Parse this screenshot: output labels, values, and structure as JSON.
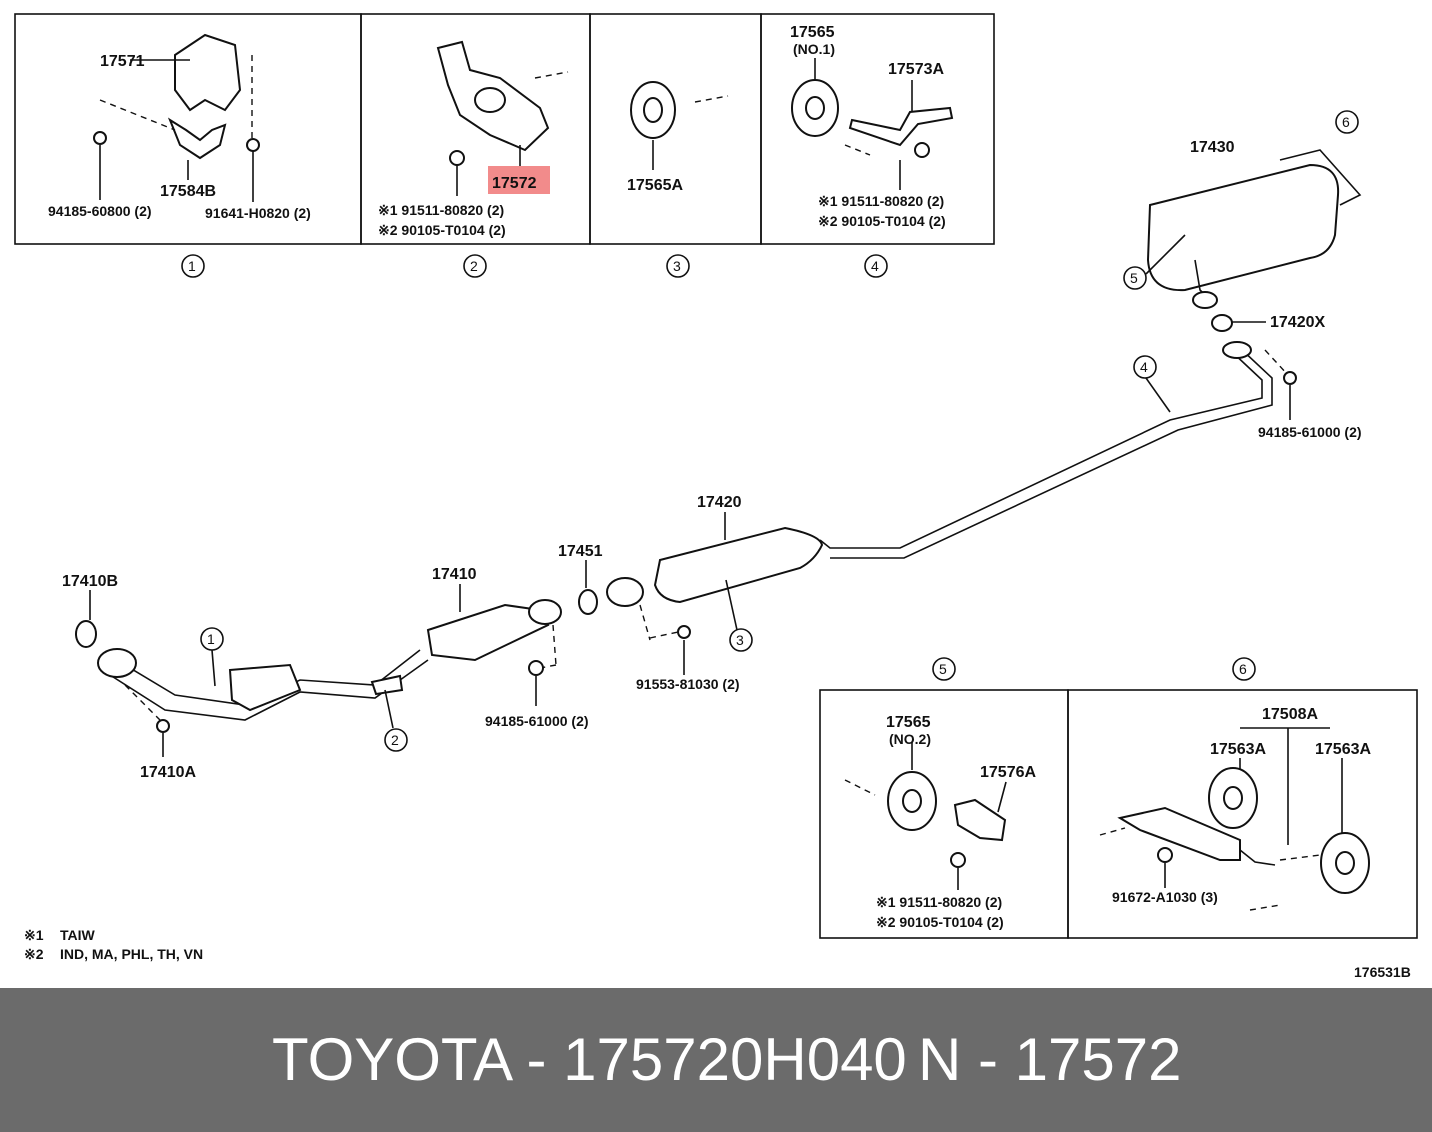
{
  "diagram": {
    "code": "176531B",
    "boxes": {
      "b1": {
        "callout": "1",
        "parts": [
          "17571",
          "17584B",
          "94185-60800 (2)",
          "91641-H0820 (2)"
        ]
      },
      "b2": {
        "callout": "2",
        "parts": [
          "17572",
          "※1 91511-80820 (2)",
          "※2 90105-T0104 (2)"
        ]
      },
      "b3": {
        "callout": "3",
        "parts": [
          "17565A"
        ]
      },
      "b4": {
        "callout": "4",
        "parts": [
          "17565",
          "(NO.1)",
          "17573A",
          "※1 91511-80820 (2)",
          "※2 90105-T0104 (2)"
        ]
      },
      "b5": {
        "callout": "5",
        "parts": [
          "17565",
          "(NO.2)",
          "17576A",
          "※1 91511-80820 (2)",
          "※2 90105-T0104 (2)"
        ]
      },
      "b6": {
        "callout": "6",
        "parts": [
          "17508A",
          "17563A",
          "17563A",
          "91672-A1030 (3)"
        ]
      }
    },
    "main_labels": [
      "17430",
      "17420X",
      "94185-61000 (2)",
      "17420",
      "17451",
      "17410",
      "17410B",
      "17410A",
      "94185-61000 (2)",
      "91553-81030 (2)"
    ],
    "main_callouts": [
      "6",
      "5",
      "4",
      "1",
      "2",
      "3"
    ],
    "highlight_color": "#f28b8b",
    "notes": [
      {
        "mark": "※1",
        "text": "TAIW"
      },
      {
        "mark": "※2",
        "text": "IND, MA, PHL, TH, VN"
      }
    ]
  },
  "footer": {
    "brand_line": "TOYOTA - 175720H040",
    "ref_line": "N - 17572"
  }
}
